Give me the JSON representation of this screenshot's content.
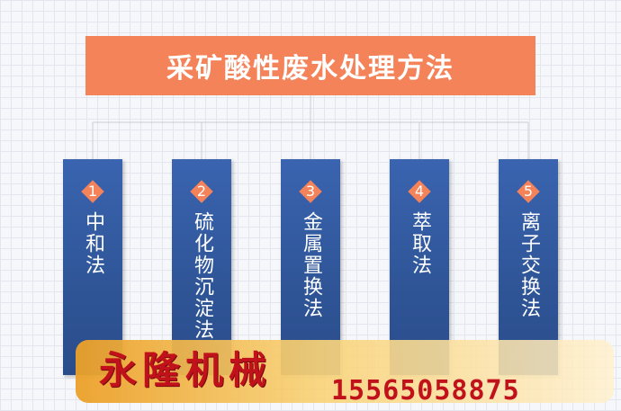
{
  "title": "采矿酸性废水处理方法",
  "methods": [
    {
      "num": "1",
      "label": "中和法"
    },
    {
      "num": "2",
      "label": "硫化物沉淀法"
    },
    {
      "num": "3",
      "label": "金属置换法"
    },
    {
      "num": "4",
      "label": "萃取法"
    },
    {
      "num": "5",
      "label": "离子交换法"
    }
  ],
  "watermark": {
    "company": "永隆机械",
    "phone": "15565058875"
  },
  "colors": {
    "title_bg": "#f5835a",
    "column_bg": "#2f5597",
    "badge": "#f5835a",
    "watermark_text": "#c1121b"
  }
}
